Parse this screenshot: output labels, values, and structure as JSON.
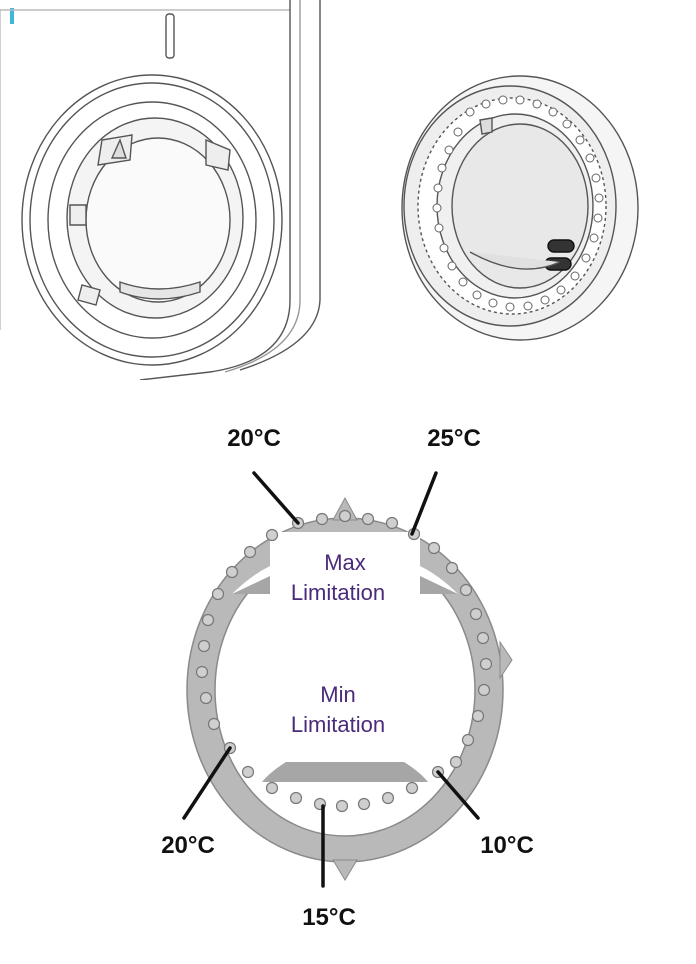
{
  "illustration": {
    "parts": [
      "wall-mounted-housing",
      "limit-adjustment-ring"
    ]
  },
  "limit_ring": {
    "max_zone_label": [
      "Max",
      "Limitation"
    ],
    "min_zone_label": [
      "Min",
      "Limitation"
    ],
    "pointer_labels": {
      "upper_left": "20°C",
      "upper_right": "25°C",
      "lower_left": "20°C",
      "bottom": "15°C",
      "lower_right": "10°C"
    }
  },
  "colors": {
    "ring_fill": "#b9b9b9",
    "ring_stroke": "#8a8a8a",
    "hole_fill": "#cfcfcf",
    "pointer": "#111111",
    "zone_text": "#4a2a7a",
    "line_art": "#555555"
  }
}
